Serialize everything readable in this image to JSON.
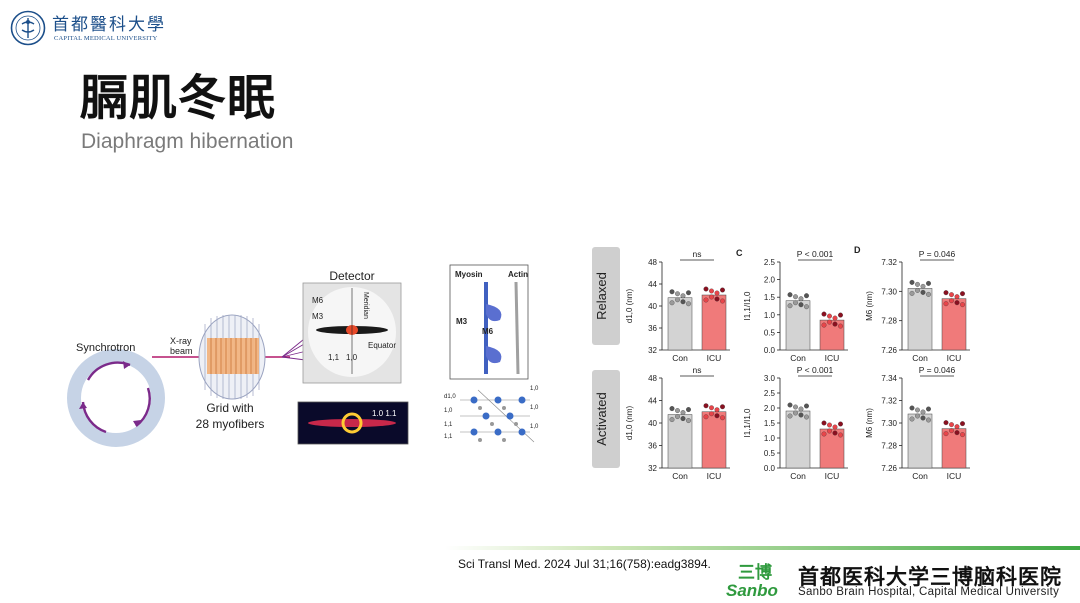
{
  "header": {
    "logo_cn": "首都醫科大學",
    "logo_en": "CAPITAL MEDICAL UNIVERSITY"
  },
  "title": {
    "cn": "膈肌冬眠",
    "en": "Diaphragm hibernation"
  },
  "left_figure": {
    "synchrotron": "Synchrotron",
    "xray": [
      "X-ray",
      "beam"
    ],
    "grid": [
      "Grid with",
      "28 myofibers"
    ],
    "detector": "Detector",
    "m6": "M6",
    "m3": "M3",
    "meridian": "Meridian",
    "equator": "Equator",
    "r11": "1,1",
    "r10": "1,0",
    "inset": "1.0  1.1",
    "myosin": "Myosin",
    "actin": "Actin",
    "m3_label": "M3",
    "m6_label": "M6",
    "lattice_left": [
      "d1,0",
      "1,0",
      "1,1",
      "1,1"
    ],
    "lattice_right": [
      "1,0",
      "1,0",
      "1,0"
    ]
  },
  "right_figure": {
    "panel_c": "C",
    "panel_d": "D",
    "row_relaxed": "Relaxed",
    "row_activated": "Activated",
    "colors": {
      "con": "#d3d3d3",
      "icu": "#f07a7a",
      "row_bg": "#cfcfcf"
    }
  },
  "chart_data": [
    {
      "type": "bar",
      "title": "",
      "xlabel": "",
      "ylabel": "d1,0 (nm)",
      "categories": [
        "Con",
        "ICU"
      ],
      "values": [
        41.5,
        42.0
      ],
      "ylim": [
        32,
        48
      ],
      "yticks": [
        "48",
        "44",
        "40",
        "36",
        "32"
      ],
      "annotation": "ns"
    },
    {
      "type": "bar",
      "title": "",
      "xlabel": "",
      "ylabel": "I1,1/I1,0",
      "categories": [
        "Con",
        "ICU"
      ],
      "values": [
        1.4,
        0.85
      ],
      "ylim": [
        0,
        2.5
      ],
      "yticks": [
        "2.5",
        "2.0",
        "1.5",
        "1.0",
        "0.5",
        "0.0"
      ],
      "annotation": "P < 0.001"
    },
    {
      "type": "bar",
      "title": "",
      "xlabel": "",
      "ylabel": "M6 (nm)",
      "categories": [
        "Con",
        "ICU"
      ],
      "values": [
        7.302,
        7.295
      ],
      "ylim": [
        7.26,
        7.32
      ],
      "yticks": [
        "7.32",
        "7.30",
        "7.28",
        "7.26"
      ],
      "annotation": "P = 0.046"
    },
    {
      "type": "bar",
      "title": "",
      "xlabel": "",
      "ylabel": "d1,0 (nm)",
      "categories": [
        "Con",
        "ICU"
      ],
      "values": [
        41.5,
        42.0
      ],
      "ylim": [
        32,
        48
      ],
      "yticks": [
        "48",
        "44",
        "40",
        "36",
        "32"
      ],
      "annotation": "ns"
    },
    {
      "type": "bar",
      "title": "",
      "xlabel": "",
      "ylabel": "I1,1/I1,0",
      "categories": [
        "Con",
        "ICU"
      ],
      "values": [
        1.9,
        1.3
      ],
      "ylim": [
        0,
        3.0
      ],
      "yticks": [
        "3.0",
        "2.5",
        "2.0",
        "1.5",
        "1.0",
        "0.5",
        "0.0"
      ],
      "annotation": "P < 0.001"
    },
    {
      "type": "bar",
      "title": "",
      "xlabel": "",
      "ylabel": "M6 (nm)",
      "categories": [
        "Con",
        "ICU"
      ],
      "values": [
        7.308,
        7.295
      ],
      "ylim": [
        7.26,
        7.34
      ],
      "yticks": [
        "7.34",
        "7.32",
        "7.30",
        "7.28",
        "7.26"
      ],
      "annotation": "P = 0.046"
    }
  ],
  "footer": {
    "citation": "Sci Transl Med. 2024 Jul 31;16(758):eadg3894.",
    "logo_top": "三博",
    "logo_bottom": "Sanbo",
    "hospital_cn": "首都医科大学三博脑科医院",
    "hospital_en": "Sanbo Brain Hospital, Capital Medical University"
  }
}
